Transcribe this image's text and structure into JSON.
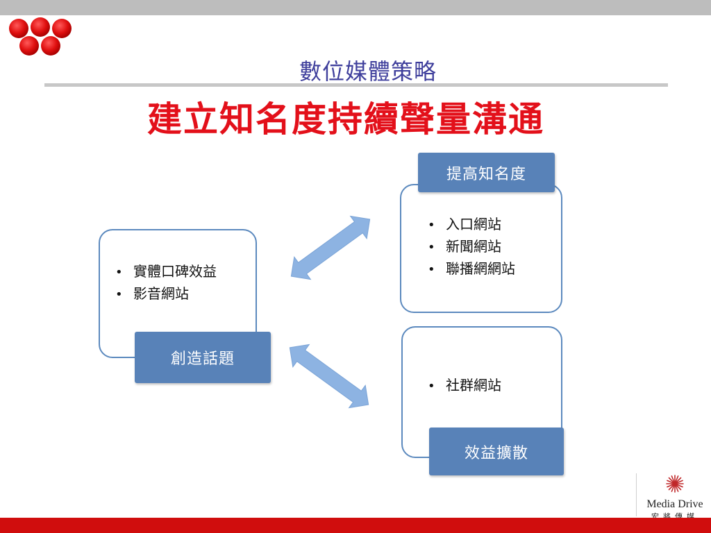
{
  "slide": {
    "subtitle": "數位媒體策略",
    "title": "建立知名度持續聲量溝通"
  },
  "left_box": {
    "bullets": [
      "實體口碑效益",
      "影音網站"
    ],
    "tag": "創造話題"
  },
  "top_right_box": {
    "tag": "提高知名度",
    "bullets": [
      "入口網站",
      "新聞網站",
      "聯播網網站"
    ]
  },
  "bottom_right_box": {
    "bullets": [
      "社群網站"
    ],
    "tag": "效益擴散"
  },
  "footer": {
    "logo_name": "Media Drive",
    "logo_chinese": "宏將傳媒"
  },
  "colors": {
    "top_bar": "#bdbdbd",
    "bottom_bar": "#d00d0d",
    "title_red": "#e3101a",
    "subtitle_blue": "#3f3f9c",
    "tag_blue": "#5882b8",
    "panel_border": "#5b89be",
    "arrow_blue": "#8db3e2"
  },
  "icons": {
    "header_logo": "red-balls-logo-icon",
    "arrows": "double-headed-arrow-icon",
    "footer_logo": "media-drive-sunburst-icon"
  }
}
